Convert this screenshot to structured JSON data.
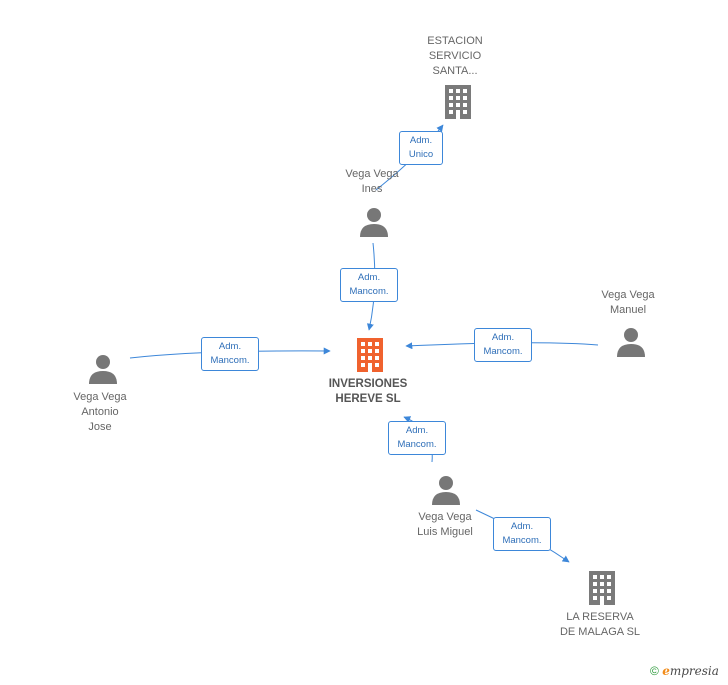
{
  "nodes": {
    "estacion": {
      "label": "ESTACION\nSERVICIO\nSANTA..."
    },
    "ines": {
      "label": "Vega Vega\nInes"
    },
    "manuel": {
      "label": "Vega Vega\nManuel"
    },
    "antonio": {
      "label": "Vega Vega\nAntonio\nJose"
    },
    "main": {
      "label": "INVERSIONES\nHEREVE SL"
    },
    "luis": {
      "label": "Vega Vega\nLuis Miguel"
    },
    "reserva": {
      "label": "LA RESERVA\nDE MALAGA SL"
    }
  },
  "edges": {
    "ines_estacion": "Adm.\nUnico",
    "ines_main": "Adm.\nMancom.",
    "antonio_main": "Adm.\nMancom.",
    "manuel_main": "Adm.\nMancom.",
    "luis_main": "Adm.\nMancom.",
    "luis_reserva": "Adm.\nMancom."
  },
  "colors": {
    "edge": "#3d87d9",
    "main_company": "#f0622e",
    "company": "#7a7a7a",
    "person": "#777777"
  },
  "footer": {
    "copyright": "©",
    "brand_initial": "e",
    "brand_rest": "mpresia"
  }
}
